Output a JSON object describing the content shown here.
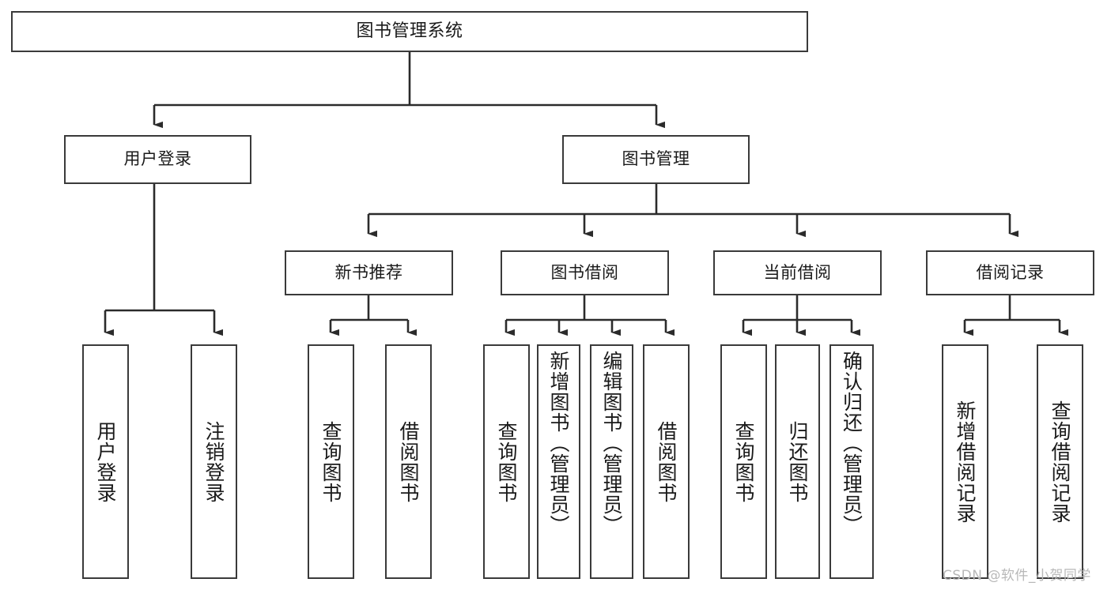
{
  "diagram": {
    "type": "tree-hierarchy-function-decomposition",
    "title": "图书管理系统",
    "watermark": "CSDN @软件_小贺同学",
    "colors": {
      "box_border": "#3a3a3a",
      "connector": "#2b2b2b",
      "background": "#ffffff",
      "text": "#1a1a1a",
      "watermark": "#b8b8b8"
    },
    "nodes": {
      "root": {
        "label": "图书管理系统",
        "level": 0
      },
      "level1": [
        {
          "id": "user-login",
          "label": "用户登录"
        },
        {
          "id": "book-management",
          "label": "图书管理"
        }
      ],
      "level2": [
        {
          "id": "new-book-recommend",
          "label": "新书推荐",
          "parent": "book-management"
        },
        {
          "id": "book-borrow",
          "label": "图书借阅",
          "parent": "book-management"
        },
        {
          "id": "current-borrow",
          "label": "当前借阅",
          "parent": "book-management"
        },
        {
          "id": "borrow-record",
          "label": "借阅记录",
          "parent": "book-management"
        }
      ],
      "leaves": [
        {
          "id": "leaf-user-login",
          "label": "用户登录",
          "parent": "user-login"
        },
        {
          "id": "leaf-logout-login",
          "label": "注销登录",
          "parent": "user-login"
        },
        {
          "id": "leaf-query-book-1",
          "label": "查询图书",
          "parent": "new-book-recommend"
        },
        {
          "id": "leaf-borrow-book-1",
          "label": "借阅图书",
          "parent": "new-book-recommend"
        },
        {
          "id": "leaf-query-book-2",
          "label": "查询图书",
          "parent": "book-borrow"
        },
        {
          "id": "leaf-add-book",
          "label": "新增图书（管理员）",
          "parent": "book-borrow"
        },
        {
          "id": "leaf-edit-book",
          "label": "编辑图书（管理员）",
          "parent": "book-borrow"
        },
        {
          "id": "leaf-borrow-book-2",
          "label": "借阅图书",
          "parent": "book-borrow"
        },
        {
          "id": "leaf-query-book-3",
          "label": "查询图书",
          "parent": "current-borrow"
        },
        {
          "id": "leaf-return-book",
          "label": "归还图书",
          "parent": "current-borrow"
        },
        {
          "id": "leaf-confirm-return",
          "label": "确认归还（管理员）",
          "parent": "current-borrow"
        },
        {
          "id": "leaf-add-record",
          "label": "新增借阅记录",
          "parent": "borrow-record"
        },
        {
          "id": "leaf-query-record",
          "label": "查询借阅记录",
          "parent": "borrow-record"
        }
      ]
    }
  }
}
